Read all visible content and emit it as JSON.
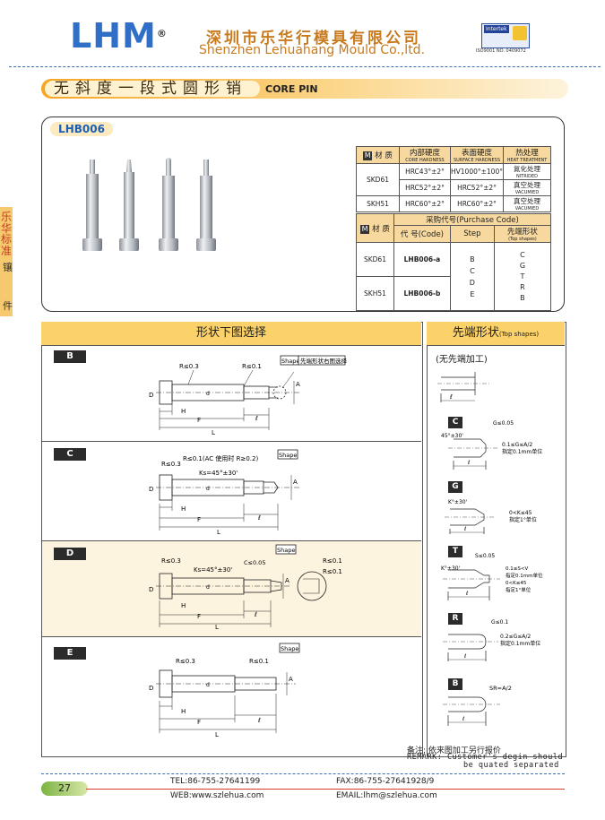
{
  "header": {
    "logo": "LHM",
    "logo_reg": "®",
    "company_cn": "深圳市乐华行模具有限公司",
    "company_en": "Shenzhen Lehuahang Mould Co.,ltd.",
    "cert_label": "Intertek",
    "cert_no": "ISO9001 NO. 0409072"
  },
  "title": {
    "cn": "无斜度一段式圆形销",
    "en": "CORE PIN"
  },
  "side_tab": {
    "brand": "乐华标准",
    "char2": "镶",
    "char3": "件"
  },
  "product": {
    "code": "LHB006"
  },
  "table1": {
    "h_material": "材 质",
    "h_core": "内部硬度",
    "h_core_en": "CORE HARDNESS",
    "h_surface": "表面硬度",
    "h_surface_en": "SURFACE HARDNESS",
    "h_heat": "热处理",
    "h_heat_en": "HEAT TREATMENT",
    "rows": [
      {
        "mat": "SKD61",
        "core": "HRC43°±2°",
        "surf": "HV1000°±100°",
        "heat": "氮化处理",
        "heat_en": "NITRIDED"
      },
      {
        "mat": "",
        "core": "HRC52°±2°",
        "surf": "HRC52°±2°",
        "heat": "真空处理",
        "heat_en": "VACUMIED"
      },
      {
        "mat": "SKH51",
        "core": "HRC60°±2°",
        "surf": "HRC60°±2°",
        "heat": "真空处理",
        "heat_en": "VACUMIED"
      }
    ]
  },
  "table2": {
    "h_material": "材 质",
    "h_purchase": "采购代号(Purchase Code)",
    "h_code": "代 号(Code)",
    "h_step": "Step",
    "h_shape": "先端形状",
    "h_shape_en": "(Top shapes)",
    "rows": [
      {
        "mat": "SKD61",
        "code": "LHB006-a"
      },
      {
        "mat": "SKH51",
        "code": "LHB006-b"
      }
    ],
    "steps": "B C D E",
    "shapes": "C G T R B"
  },
  "sections": {
    "main_header": "形状下图选择",
    "tops_header": "先端形状",
    "tops_header_en": "(Top shapes)",
    "no_process": "(无先端加工)"
  },
  "diagrams": {
    "B": {
      "label": "B",
      "r1": "R≤0.3",
      "r2": "R≤0.1",
      "shape": "Shape",
      "shape_note": "先端形状右图选择"
    },
    "C": {
      "label": "C",
      "r1": "R≤0.3",
      "r2": "R≤0.1(AC 使用时 R≥0.2)",
      "ks": "Ks=45°±30'",
      "shape": "Shape"
    },
    "D": {
      "label": "D",
      "r1": "R≤0.3",
      "ks": "Ks=45°±30'",
      "c": "C≤0.05",
      "shape": "Shape",
      "r2": "R≤0.1",
      "r3": "R≤0.1"
    },
    "E": {
      "label": "E",
      "r1": "R≤0.3",
      "r2": "R≤0.1",
      "shape": "Shape"
    },
    "dims": {
      "D": "D",
      "d": "d",
      "H": "H",
      "F": "F",
      "L": "L",
      "l": "ℓ",
      "A": "A"
    }
  },
  "top_shapes": [
    {
      "label": "C",
      "note1": "G≤0.05",
      "note2": "45°±30'",
      "note3": "0.1≤G≤A/2",
      "note4": "指定0.1mm单位"
    },
    {
      "label": "G",
      "note1": "K°±30'",
      "note2": "0<K≤45",
      "note3": "指定1°单位"
    },
    {
      "label": "T",
      "note1": "S≤0.05",
      "note2": "K°±30'",
      "note3": "0.1≤S<V",
      "note4": "指定0.1mm单位",
      "note5": "0<K≤45",
      "note6": "指定1°单位"
    },
    {
      "label": "R",
      "note1": "G≤0.1",
      "note2": "0.2≤G≤A/2",
      "note3": "指定0.1mm单位"
    },
    {
      "label": "B",
      "note1": "SR=A/2"
    }
  ],
  "remark": {
    "cn": "备注: 依来图加工另行报价",
    "en1": "REMARK: Customer's degin should",
    "en2": "be quated separated"
  },
  "footer": {
    "page": "27",
    "tel": "TEL:86-755-27641199",
    "fax": "FAX:86-755-27641928/9",
    "web": "WEB:www.szlehua.com",
    "email": "EMAIL:lhm@szlehua.com"
  }
}
